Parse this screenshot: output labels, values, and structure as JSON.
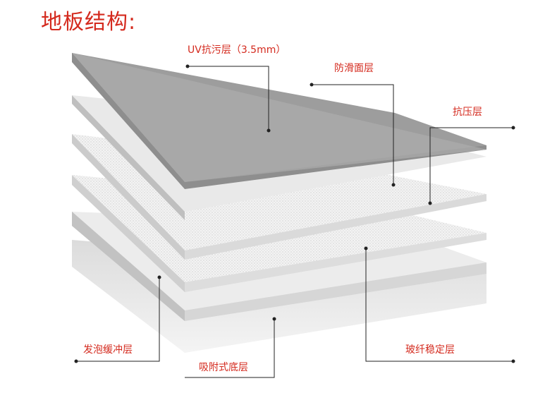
{
  "title": "地板结构:",
  "colors": {
    "label_red": "#d42a1e",
    "leader_line": "#222222"
  },
  "layers": [
    {
      "id": "uv",
      "label": "UV抗污层（3.5mm）"
    },
    {
      "id": "anti_slip",
      "label": "防滑面层"
    },
    {
      "id": "pressure",
      "label": "抗压层"
    },
    {
      "id": "fiberglass",
      "label": "玻纤稳定层"
    },
    {
      "id": "foam",
      "label": "发泡缓冲层"
    },
    {
      "id": "adsorb",
      "label": "吸附式底层"
    }
  ]
}
